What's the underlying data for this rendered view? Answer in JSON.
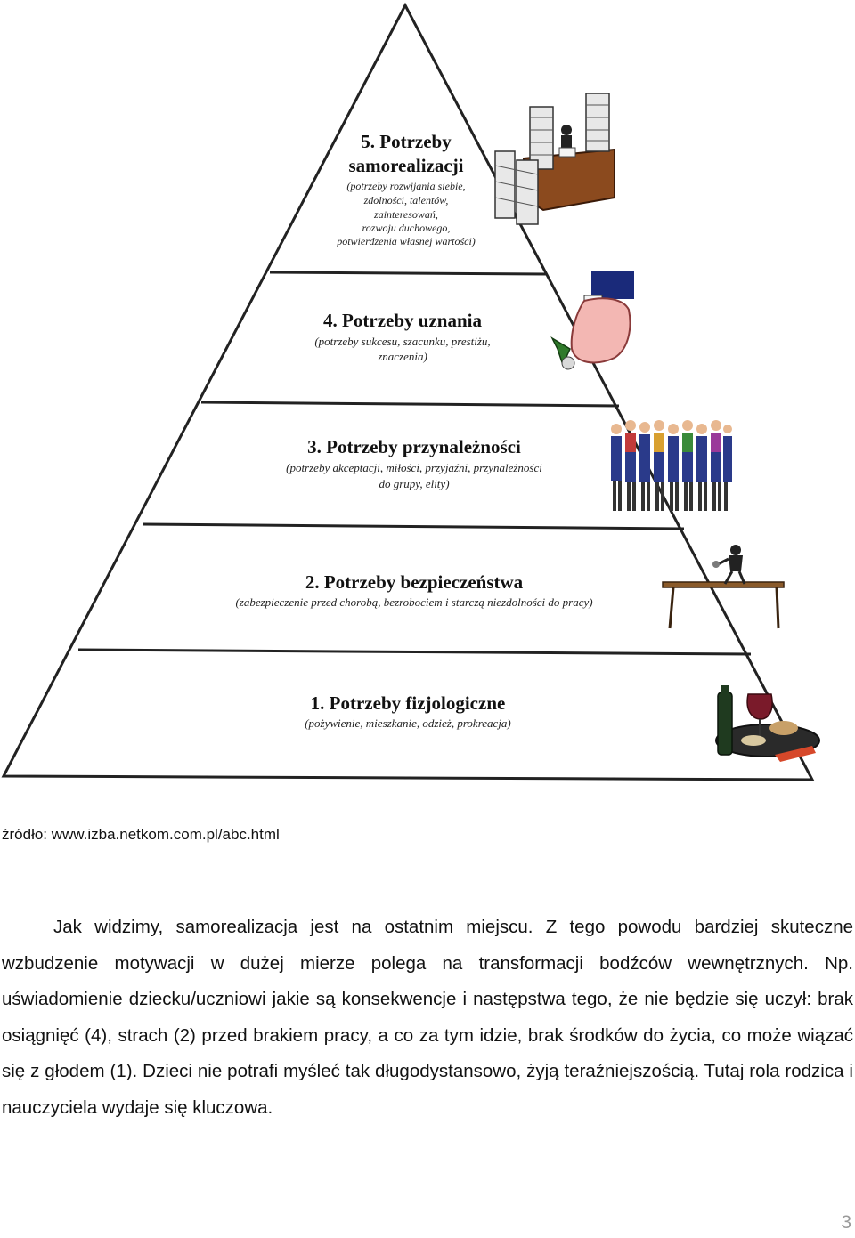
{
  "pyramid": {
    "levels": [
      {
        "title_lines": [
          "5. Potrzeby",
          "samorealizacji"
        ],
        "sub_lines": [
          "(potrzeby rozwijania siebie,",
          "zdolności, talentów,",
          "zainteresowań,",
          "rozwoju duchowego,",
          "potwierdzenia własnej wartości)"
        ],
        "icon": "office-desk-paper-stacks-icon"
      },
      {
        "title_lines": [
          "4. Potrzeby uznania"
        ],
        "sub_lines": [
          "(potrzeby sukcesu, szacunku, prestiżu,",
          "znaczenia)"
        ],
        "icon": "hand-holding-award-icon"
      },
      {
        "title_lines": [
          "3. Potrzeby przynależności"
        ],
        "sub_lines": [
          "(potrzeby akceptacji, miłości, przyjaźni, przynależności",
          "do grupy, elity)"
        ],
        "icon": "group-of-people-icon"
      },
      {
        "title_lines": [
          "2. Potrzeby bezpieczeństwa"
        ],
        "sub_lines": [
          "(zabezpieczenie przed chorobą, bezrobociem i starczą niezdolności do pracy)"
        ],
        "icon": "figure-on-plank-icon"
      },
      {
        "title_lines": [
          "1. Potrzeby fizjologiczne"
        ],
        "sub_lines": [
          "(pożywienie, mieszkanie, odzież, prokreacja)"
        ],
        "icon": "food-and-wine-icon"
      }
    ]
  },
  "source": "źródło: www.izba.netkom.com.pl/abc.html",
  "paragraph": "Jak widzimy, samorealizacja jest na ostatnim miejscu. Z tego powodu bardziej skuteczne wzbudzenie motywacji w dużej mierze polega na transformacji bodźców wewnętrznych. Np. uświadomienie dziecku/uczniowi jakie są konsekwencje i następstwa tego, że nie będzie się uczył: brak osiągnięć (4), strach (2) przed brakiem pracy, a co za tym idzie, brak środków do życia, co może wiązać się z głodem (1). Dzieci nie potrafi myśleć tak długodystansowo, żyją teraźniejszością. Tutaj rola rodzica i nauczyciela wydaje się kluczowa.",
  "page_number": "3"
}
